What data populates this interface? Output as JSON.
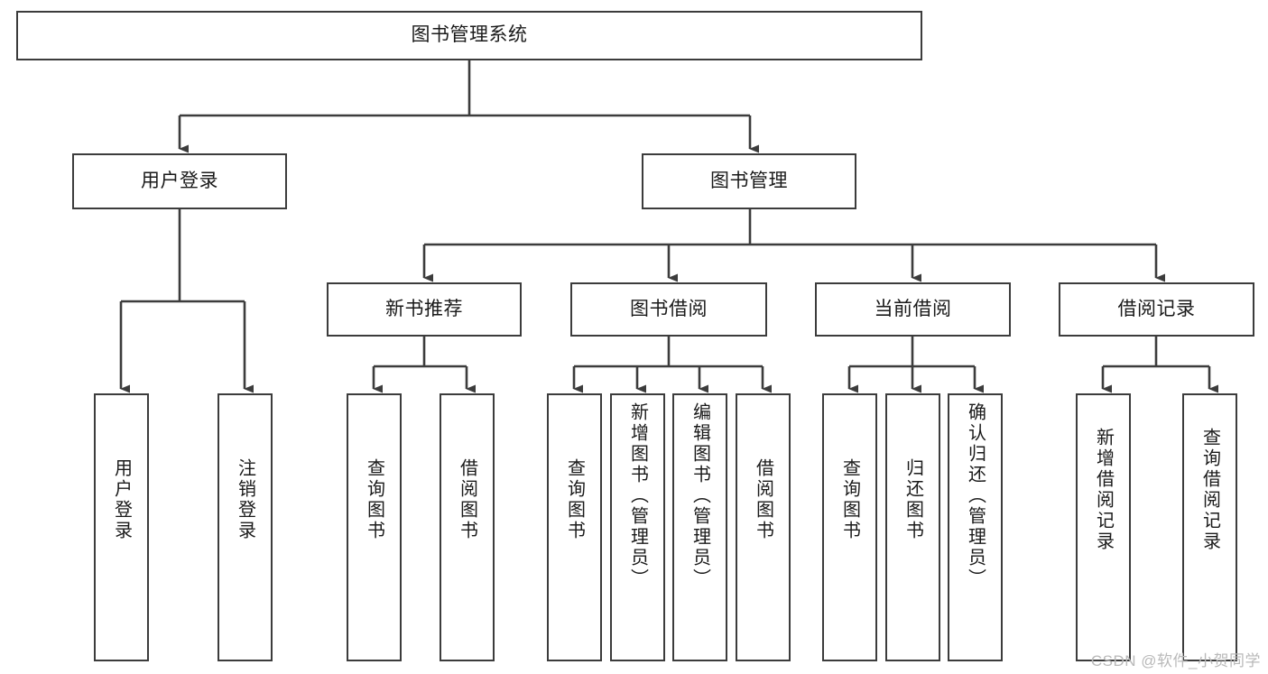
{
  "diagram": {
    "title": "图书管理系统",
    "type": "tree-hierarchy-diagram",
    "colors": {
      "box_border": "#3c3c3c",
      "box_fill": "#ffffff",
      "connector": "#3c3c3c",
      "background": "#ffffff",
      "watermark": "#b9b9b9"
    },
    "root": {
      "label": "图书管理系统"
    },
    "level2": [
      {
        "label": "用户登录"
      },
      {
        "label": "图书管理"
      }
    ],
    "level3": [
      {
        "label": "新书推荐"
      },
      {
        "label": "图书借阅"
      },
      {
        "label": "当前借阅"
      },
      {
        "label": "借阅记录"
      }
    ],
    "leaves": {
      "user_login": [
        {
          "label": "用户登录"
        },
        {
          "label": "注销登录"
        }
      ],
      "new_book_recommend": [
        {
          "label": "查询图书"
        },
        {
          "label": "借阅图书"
        }
      ],
      "book_borrow": [
        {
          "label": "查询图书"
        },
        {
          "label": "新增图书（管理员）"
        },
        {
          "label": "编辑图书（管理员）"
        },
        {
          "label": "借阅图书"
        }
      ],
      "current_borrow": [
        {
          "label": "查询图书"
        },
        {
          "label": "归还图书"
        },
        {
          "label": "确认归还（管理员）"
        }
      ],
      "borrow_record": [
        {
          "label": "新增借阅记录"
        },
        {
          "label": "查询借阅记录"
        }
      ]
    }
  },
  "watermark": {
    "text": "CSDN @软件_小贺同学"
  }
}
